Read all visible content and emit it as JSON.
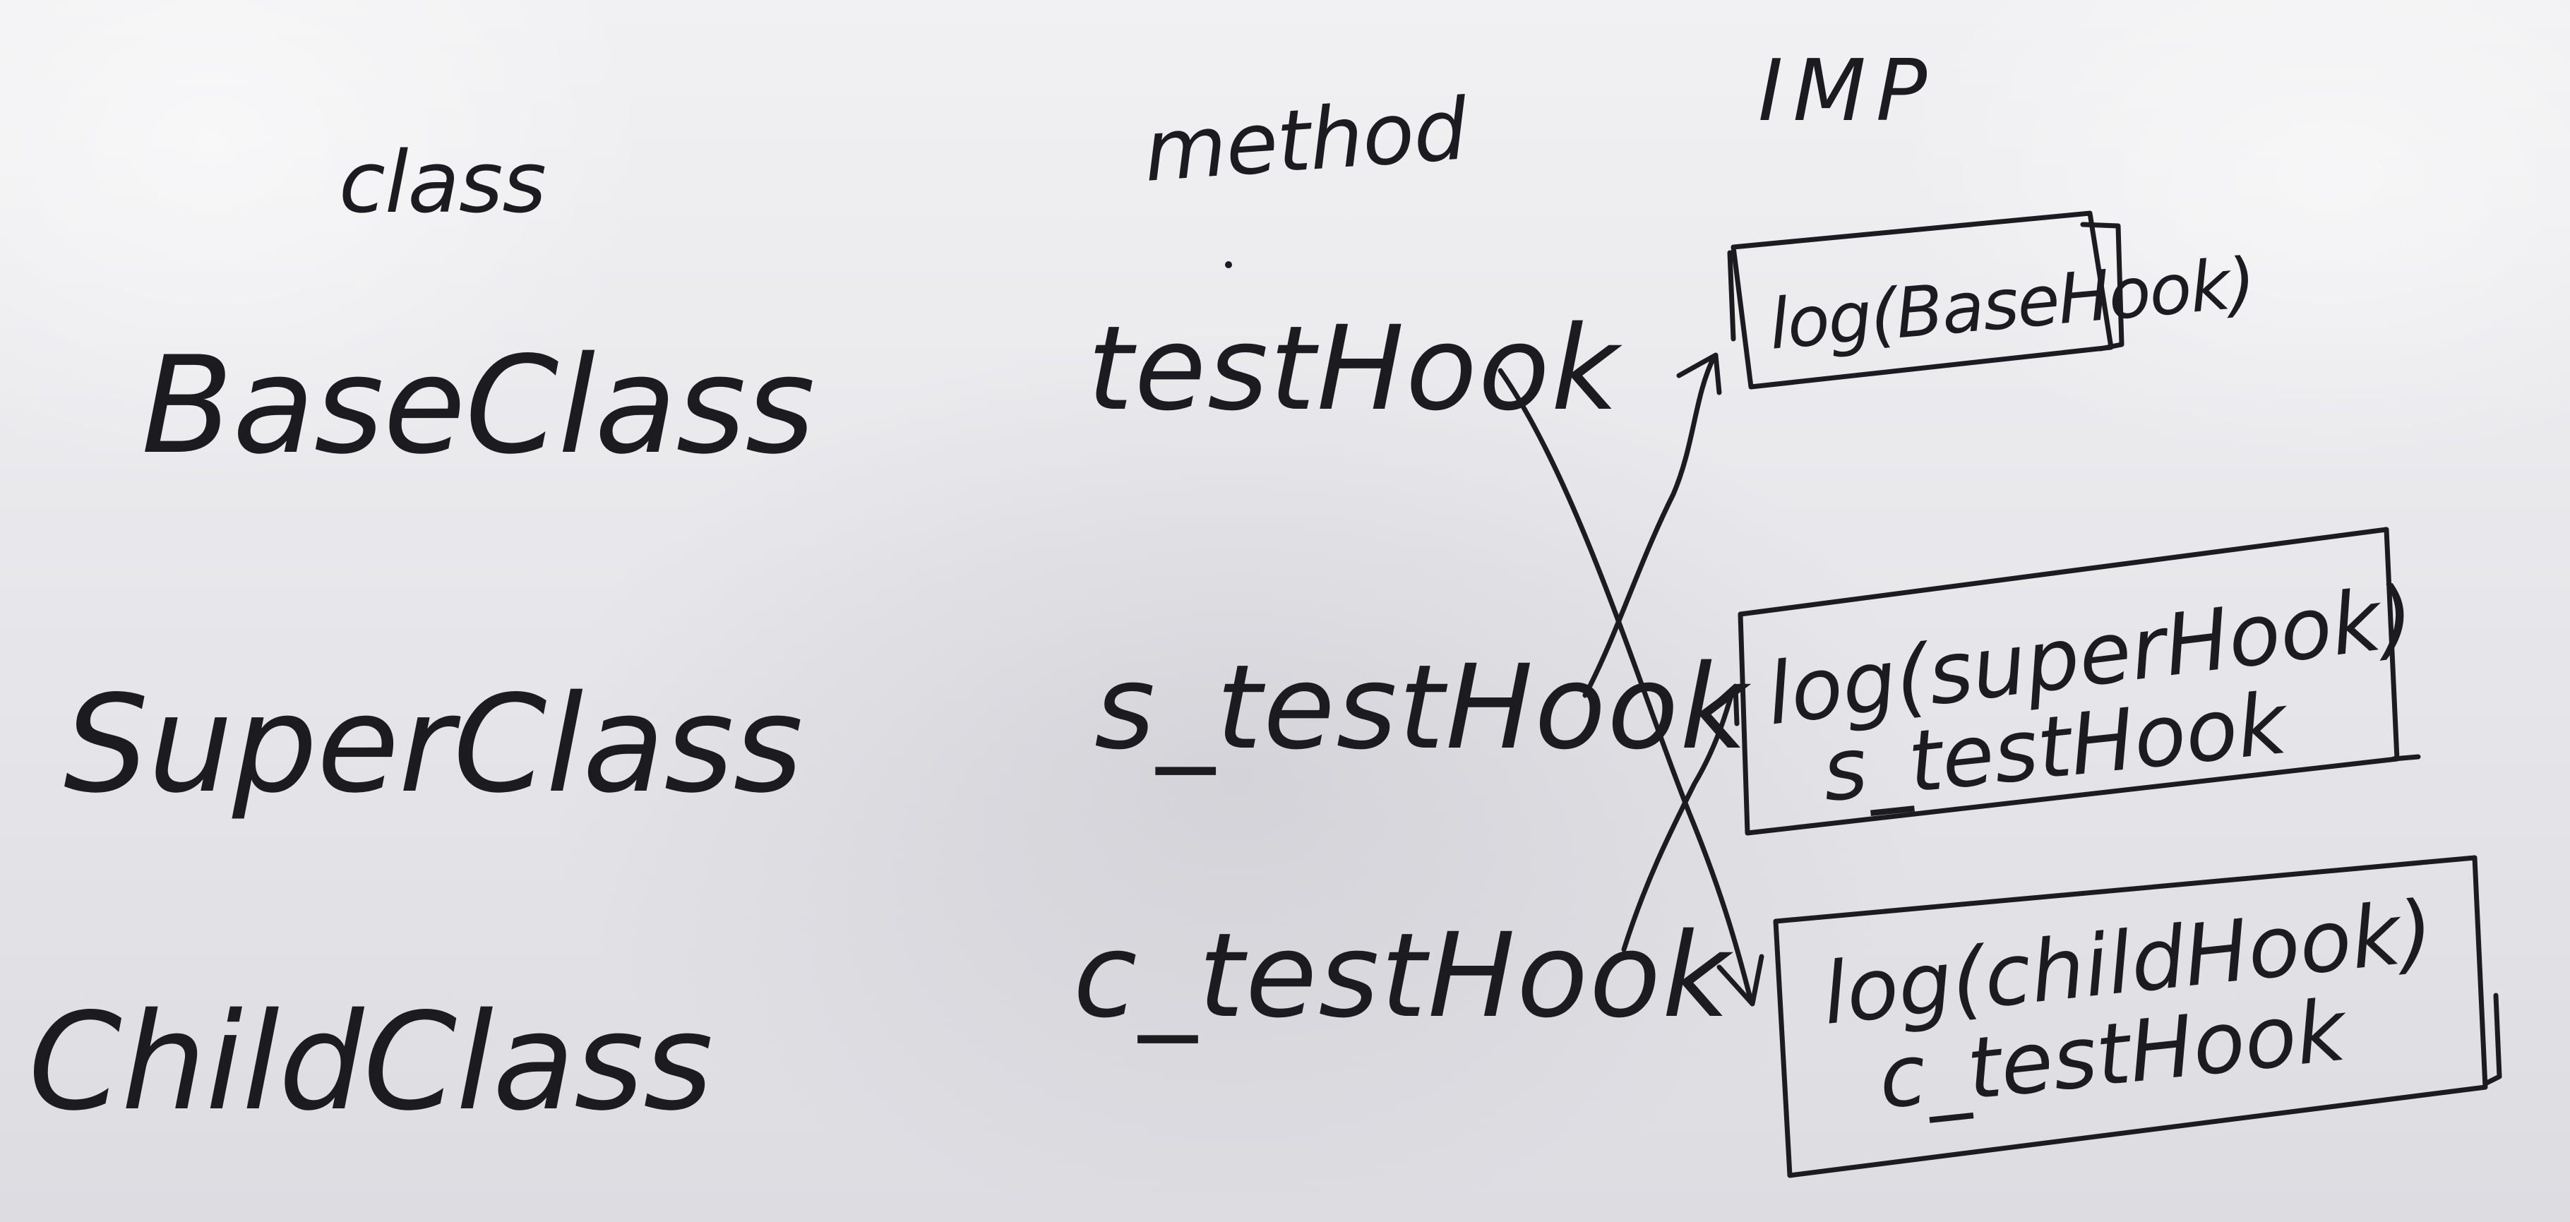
{
  "headers": {
    "class": "class",
    "method": "method",
    "imp": "IMP"
  },
  "classes": [
    {
      "label": "BaseClass"
    },
    {
      "label": "SuperClass"
    },
    {
      "label": "ChildClass"
    }
  ],
  "methods": [
    {
      "label": "testHook"
    },
    {
      "label": "s_testHook"
    },
    {
      "label": "c_testHook"
    }
  ],
  "imps": [
    {
      "line1": "log(BaseHook)",
      "line2": ""
    },
    {
      "line1": "log(superHook)",
      "line2": "s_testHook"
    },
    {
      "line1": "log(childHook)",
      "line2": "c_testHook"
    }
  ],
  "arrows": [
    {
      "from": "testHook",
      "to": "log(childHook)"
    },
    {
      "from": "s_testHook",
      "to": "log(BaseHook)"
    },
    {
      "from": "c_testHook",
      "to": "log(superHook)"
    }
  ]
}
